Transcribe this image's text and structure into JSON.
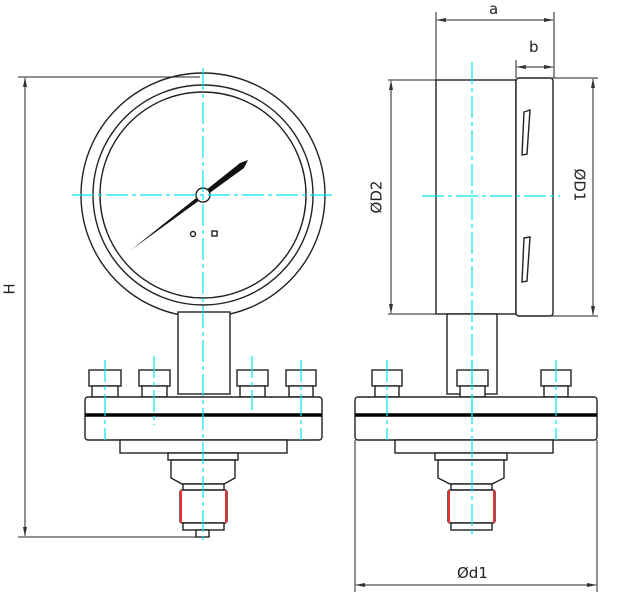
{
  "title": "Diaphragm pressure gauge dimension drawing",
  "dimensions": {
    "height": "H",
    "depth": "a",
    "bezel_depth": "b",
    "case_diameter": "ØD2",
    "bezel_diameter": "ØD1",
    "flange_diameter": "Ød1"
  },
  "colors": {
    "centerline": "#00e5ee",
    "thread": "#f03030",
    "outline": "#222222"
  }
}
